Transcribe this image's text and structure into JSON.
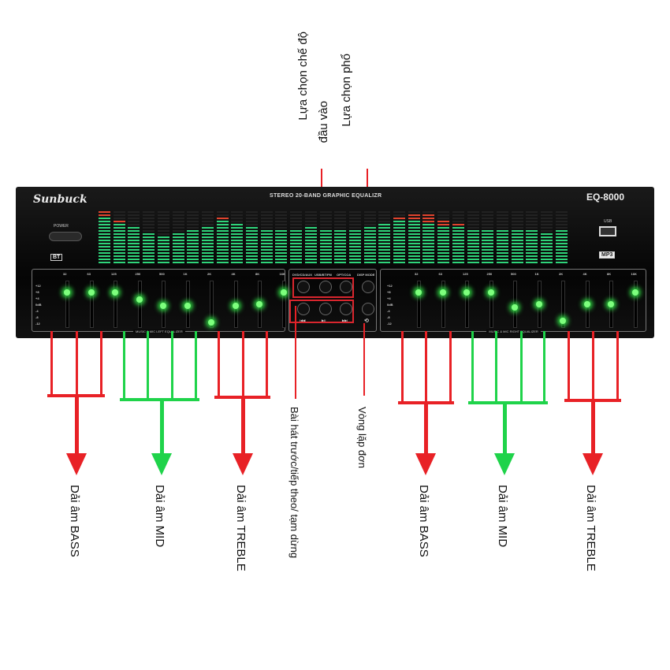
{
  "device": {
    "brand": "Sunbuck",
    "model": "EQ-8000",
    "panel_title": "STEREO 20-BAND GRAPHIC EQUALIZR",
    "power_label": "POWER",
    "bt_badge": "BT",
    "usb_label": "USB",
    "mp3_badge": "MP3"
  },
  "spectrum_levels": [
    15,
    13,
    12,
    10,
    9,
    10,
    11,
    12,
    14,
    13,
    12,
    11,
    11,
    11,
    12,
    11,
    11,
    11,
    12,
    13,
    14,
    14,
    13,
    12,
    12,
    11,
    11,
    11,
    11,
    11,
    10,
    11
  ],
  "spectrum_peaks": [
    [
      0,
      3
    ],
    [
      1,
      1
    ],
    [
      8,
      1
    ],
    [
      20,
      1
    ],
    [
      21,
      2
    ],
    [
      22,
      3
    ],
    [
      23,
      2
    ],
    [
      24,
      1
    ]
  ],
  "eq_left": {
    "label": "MUSIC & MIC LEFT EQUALIZER",
    "freqs": [
      "32",
      "63",
      "125",
      "250",
      "500",
      "1K",
      "2K",
      "4K",
      "8K",
      "16K"
    ],
    "db": [
      8,
      8,
      8,
      4,
      0,
      0,
      -10,
      0,
      1,
      8
    ]
  },
  "eq_right": {
    "label": "MUSIC & MIC RIGHT EQUALIZER",
    "freqs": [
      "32",
      "63",
      "125",
      "250",
      "500",
      "1K",
      "2K",
      "4K",
      "8K",
      "16K"
    ],
    "db": [
      8,
      8,
      8,
      8,
      -1,
      1,
      -9,
      1,
      1,
      8
    ]
  },
  "scale": [
    "+12",
    "+8",
    "+4",
    "0dB",
    "-4",
    "-8",
    "-12"
  ],
  "controls": {
    "row1": [
      "DVD/CD/AUX",
      "USB/BT/FM",
      "OPT/COA",
      "DISP MODE"
    ],
    "row2": [
      "|◀◀",
      "▶||",
      "▶▶|"
    ],
    "loop_icon": "repeat-one"
  },
  "annotations": {
    "input_mode": "Lựa chọn chế độ đầu vào",
    "input_mode_l1": "Lựa chọn chế độ",
    "input_mode_l2": "đầu vào",
    "spectrum_mode": "Lựa chọn phổ",
    "prev_next": "Bài hát trước/tiếp theo/ tạm dừng",
    "loop": "Vòng lặp đơn",
    "bass_left": "Dải âm BASS",
    "mid_left": "Dải âm MID",
    "treble_left": "Dải âm TREBLE",
    "bass_right": "Dải âm BASS",
    "mid_right": "Dải âm MID",
    "treble_right": "Dải âm TREBLE"
  },
  "colors": {
    "bass": "#e82126",
    "mid": "#1fd34a",
    "treble": "#e82126"
  }
}
